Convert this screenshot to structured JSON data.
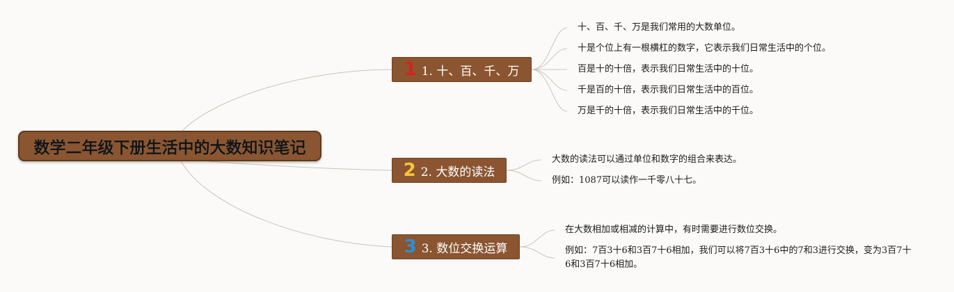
{
  "title": "数学二年级下册生活中的大数知识笔记",
  "branches": [
    {
      "number": "1",
      "label": "1. 十、百、千、万",
      "items": [
        "十、百、千、万是我们常用的大数单位。",
        "十是个位上有一根横杠的数字，它表示我们日常生活中的个位。",
        "百是十的十倍，表示我们日常生活中的十位。",
        "千是百的十倍，表示我们日常生活中的百位。",
        "万是千的十倍，表示我们日常生活中的千位。"
      ]
    },
    {
      "number": "2",
      "label": "2. 大数的读法",
      "items": [
        "大数的读法可以通过单位和数字的组合来表达。",
        "例如：1087可以读作一千零八十七。"
      ]
    },
    {
      "number": "3",
      "label": "3. 数位交换运算",
      "items": [
        "在大数相加或相减的计算中，有时需要进行数位交换。",
        "例如：7百3十6和3百7十6相加，我们可以将7百3十6中的7和3进行交换，变为3百7十6和3百7十6相加。"
      ]
    }
  ],
  "colors": {
    "node_fill": "#8a5530",
    "number_1": "#d7211f",
    "number_2": "#f6c63a",
    "number_3": "#2b8fd6",
    "connector": "#c9c4bf"
  }
}
